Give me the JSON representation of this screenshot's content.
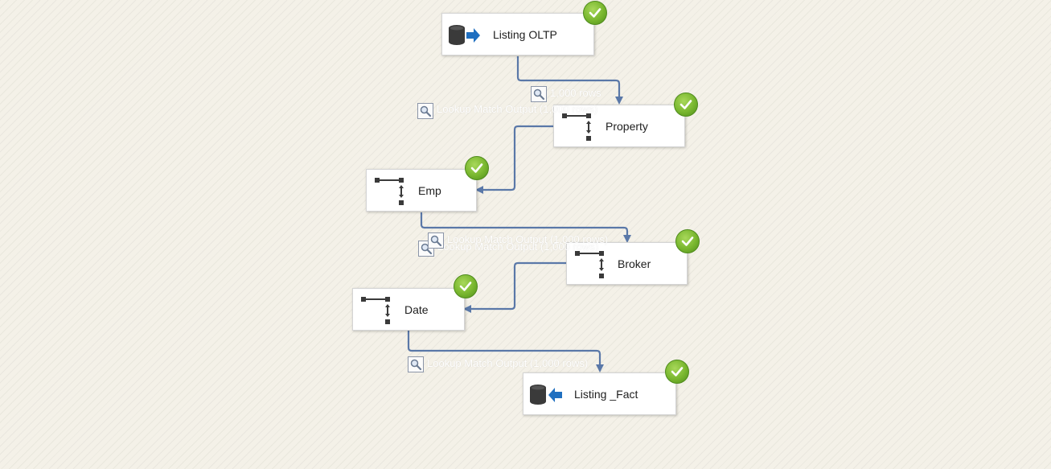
{
  "nodes": {
    "listing_oltp": {
      "label": "Listing OLTP",
      "icon": "oledb-source-icon",
      "status": "success"
    },
    "property": {
      "label": "Property",
      "icon": "lookup-transform-icon",
      "status": "success"
    },
    "emp": {
      "label": "Emp",
      "icon": "lookup-transform-icon",
      "status": "success"
    },
    "broker": {
      "label": "Broker",
      "icon": "lookup-transform-icon",
      "status": "success"
    },
    "date": {
      "label": "Date",
      "icon": "lookup-transform-icon",
      "status": "success"
    },
    "listing_fact": {
      "label": "Listing _Fact",
      "icon": "oledb-destination-icon",
      "status": "success"
    }
  },
  "paths": {
    "p1": {
      "label": "1,000 rows"
    },
    "p2": {
      "label": "Lookup Match Output (1,000 rows)"
    },
    "p3": {
      "label": "Lookup Match Output (1,000 rows)"
    },
    "p4": {
      "label": "Lookup Match Output (1,000 rows)"
    },
    "p5": {
      "label": "Lookup Match Output (1,000 rows)"
    }
  },
  "colors": {
    "path_line": "#5a78a8",
    "success": "#78b62e",
    "background": "#f4f1e8"
  }
}
